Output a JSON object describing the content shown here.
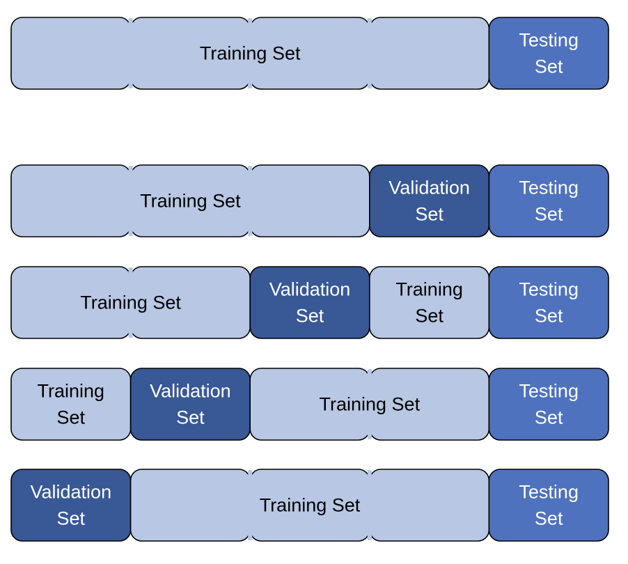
{
  "colors": {
    "training": "#b8c7e3",
    "validation": "#385896",
    "testing": "#4e72be",
    "border": "#000000"
  },
  "rows": [
    {
      "segments": [
        {
          "kind": "training",
          "span": 4,
          "lines": [
            "Training Set"
          ]
        },
        {
          "kind": "testing",
          "span": 1,
          "lines": [
            "Testing",
            "Set"
          ]
        }
      ]
    },
    {
      "segments": [
        {
          "kind": "training",
          "span": 3,
          "lines": [
            "Training Set"
          ]
        },
        {
          "kind": "validation",
          "span": 1,
          "lines": [
            "Validation",
            "Set"
          ]
        },
        {
          "kind": "testing",
          "span": 1,
          "lines": [
            "Testing",
            "Set"
          ]
        }
      ]
    },
    {
      "segments": [
        {
          "kind": "training",
          "span": 2,
          "lines": [
            "Training Set"
          ]
        },
        {
          "kind": "validation",
          "span": 1,
          "lines": [
            "Validation",
            "Set"
          ]
        },
        {
          "kind": "training",
          "span": 1,
          "lines": [
            "Training",
            "Set"
          ]
        },
        {
          "kind": "testing",
          "span": 1,
          "lines": [
            "Testing",
            "Set"
          ]
        }
      ]
    },
    {
      "segments": [
        {
          "kind": "training",
          "span": 1,
          "lines": [
            "Training",
            "Set"
          ]
        },
        {
          "kind": "validation",
          "span": 1,
          "lines": [
            "Validation",
            "Set"
          ]
        },
        {
          "kind": "training",
          "span": 2,
          "lines": [
            "Training Set"
          ]
        },
        {
          "kind": "testing",
          "span": 1,
          "lines": [
            "Testing",
            "Set"
          ]
        }
      ]
    },
    {
      "segments": [
        {
          "kind": "validation",
          "span": 1,
          "lines": [
            "Validation",
            "Set"
          ]
        },
        {
          "kind": "training",
          "span": 3,
          "lines": [
            "Training Set"
          ]
        },
        {
          "kind": "testing",
          "span": 1,
          "lines": [
            "Testing",
            "Set"
          ]
        }
      ]
    }
  ]
}
